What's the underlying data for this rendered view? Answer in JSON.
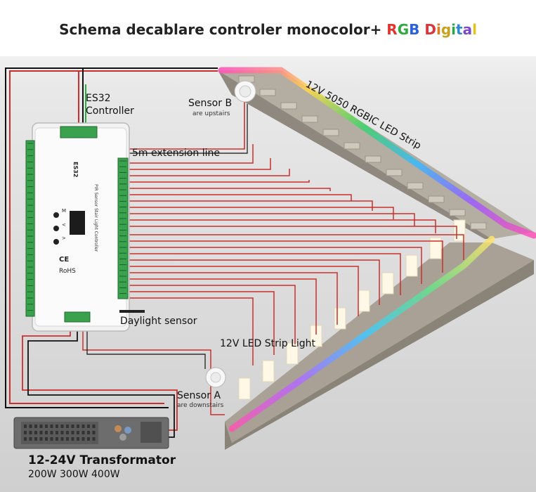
{
  "title": {
    "main": "Schema decablare controler monocolor+ ",
    "rgb_r": "R",
    "rgb_g": "G",
    "rgb_b": "B",
    "digital": [
      "D",
      "i",
      "g",
      "i",
      "t",
      "a",
      "l"
    ]
  },
  "labels": {
    "controller_model": "ES32",
    "controller_word": "Controller",
    "sensor_b": "Sensor B",
    "sensor_b_note": "are upstairs",
    "extension_line": "5m extension line",
    "rgbic_strip": "12V 5050 RGBIC LED Strip",
    "daylight_sensor": "Daylight sensor",
    "led_strip_light": "12V LED Strip Light",
    "sensor_a": "Sensor A",
    "sensor_a_note": "are downstairs",
    "transformer_title": "12-24V Transformator",
    "transformer_watts": "200W 300W 400W"
  },
  "device": {
    "model_print": "ES32",
    "product_print": "PIR Sensor Stair Light Controller",
    "cert_rohs": "RoHS",
    "cert_ce": "CE",
    "button_labels": [
      "M",
      "<",
      ">"
    ]
  },
  "colors": {
    "wire_red": "#c9302c",
    "wire_black": "#111111",
    "terminal_green": "#3aa14c",
    "stair_concrete": "#bdb6aa"
  }
}
